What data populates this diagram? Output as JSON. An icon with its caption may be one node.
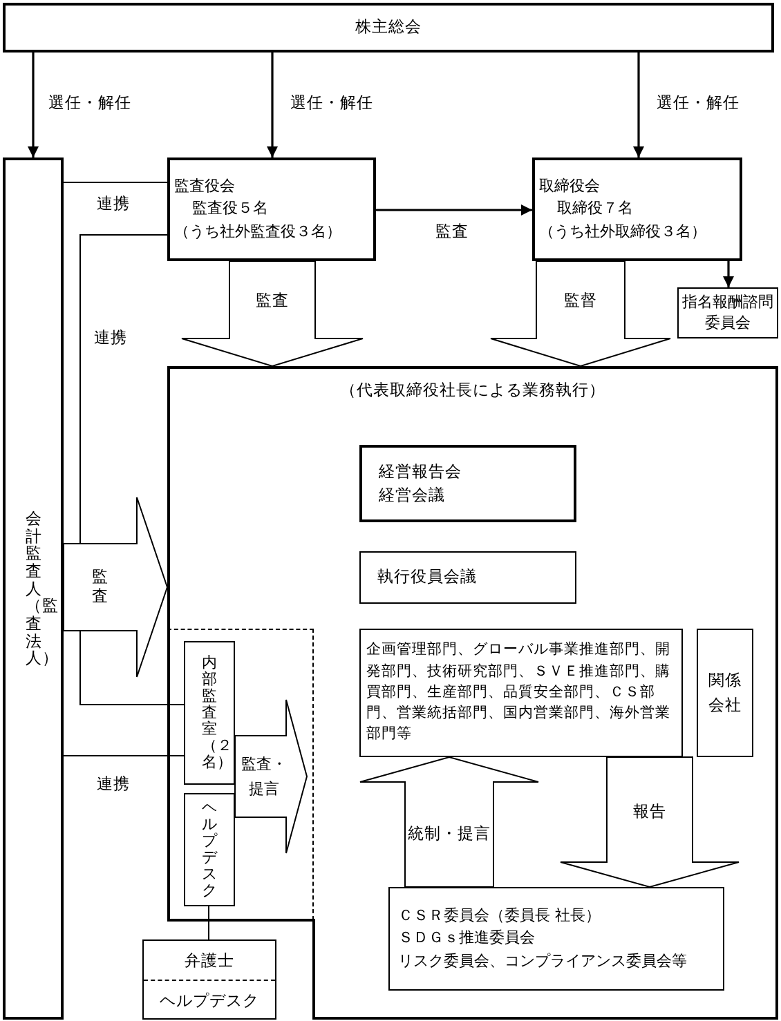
{
  "diagram": {
    "nodes": [
      {
        "text": [
          "株主総会"
        ]
      },
      {
        "text": [
          "会計監査人（監査法人）"
        ]
      },
      {
        "text": [
          "監査役会",
          "監査役５名",
          "（うち社外監査役３名）"
        ]
      },
      {
        "text": [
          "取締役会",
          "取締役７名",
          "（うち社外取締役３名）"
        ]
      },
      {
        "text": [
          "指名報酬諮問委員会"
        ]
      },
      {
        "text": [
          "（代表取締役社長による業務執行）"
        ]
      },
      {
        "text": [
          "経営報告会",
          "経営会議"
        ],
        "in": 5
      },
      {
        "text": [
          "執行役員会議"
        ],
        "in": 5
      },
      {
        "text": [
          "企画管理部門、グローバル事業推進部門、開発部門、技術研究部門、ＳＶＥ推進部門、購買部門、生産部門、品質安全部門、ＣＳ部門、営業統括部門、国内営業部門、海外営業部門等"
        ],
        "in": 5
      },
      {
        "text": [
          "関係会社"
        ],
        "in": 5
      },
      {
        "text": [],
        "shape": "box",
        "in": 5
      },
      {
        "text": [
          "内部監査室（２名）"
        ],
        "in": 10
      },
      {
        "text": [
          "ヘルプデスク"
        ],
        "in": 10
      },
      {
        "text": [
          "ＣＳＲ委員会（委員長 社長）",
          "ＳＤＧｓ推進委員会",
          "リスク委員会、コンプライアンス委員会等"
        ],
        "in": 5
      },
      {
        "text": [
          "弁護士",
          "ヘルプデスク"
        ]
      }
    ],
    "edges": [
      {
        "from": 0,
        "to": 1,
        "arrow": "to",
        "label": "選任・解任"
      },
      {
        "from": 0,
        "to": 2,
        "arrow": "to",
        "label": "選任・解任"
      },
      {
        "from": 0,
        "to": 3,
        "arrow": "to",
        "label": "選任・解任"
      },
      {
        "from": 2,
        "to": 3,
        "arrow": "to",
        "label": "監査"
      },
      {
        "from": 3,
        "to": 4,
        "arrow": "to"
      },
      {
        "from": 2,
        "to": 5,
        "arrow": "to",
        "label": "監査"
      },
      {
        "from": 3,
        "to": 5,
        "arrow": "to",
        "label": "監督"
      },
      {
        "from": 1,
        "to": 2,
        "arrow": "none",
        "label": "連携"
      },
      {
        "from": 2,
        "to": 11,
        "arrow": "none",
        "label": "連携"
      },
      {
        "from": 1,
        "to": 5,
        "arrow": "to",
        "label": "監査"
      },
      {
        "from": 1,
        "to": 11,
        "arrow": "none",
        "label": "連携"
      },
      {
        "from": 11,
        "to": null,
        "arrow": "to",
        "label": "監査・提言"
      },
      {
        "from": 13,
        "to": 8,
        "arrow": "to",
        "label": "統制・提言"
      },
      {
        "from": 8,
        "to": 13,
        "arrow": "to",
        "label": "報告"
      },
      {
        "from": 12,
        "to": 14,
        "arrow": "none"
      }
    ]
  }
}
